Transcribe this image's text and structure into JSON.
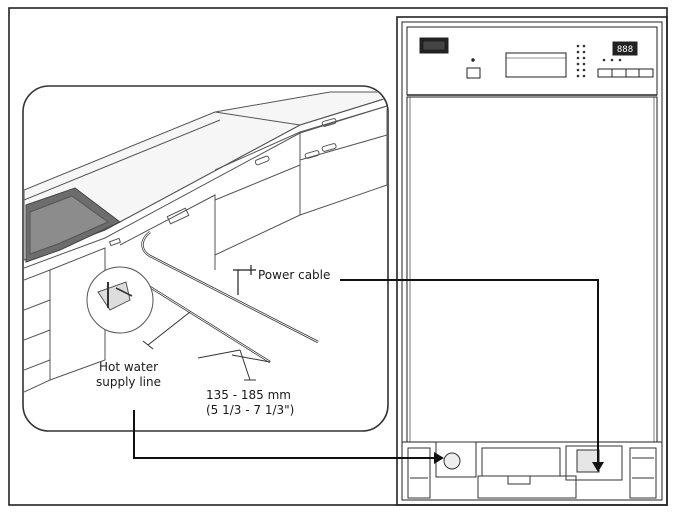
{
  "labels": {
    "power_cable": "Power cable",
    "hot_water_line1": "Hot water",
    "hot_water_line2": "supply line",
    "dimension_line1": "135 - 185 mm",
    "dimension_line2": "(5 1/3 - 7 1/3\")"
  },
  "display": {
    "digits": "888"
  }
}
